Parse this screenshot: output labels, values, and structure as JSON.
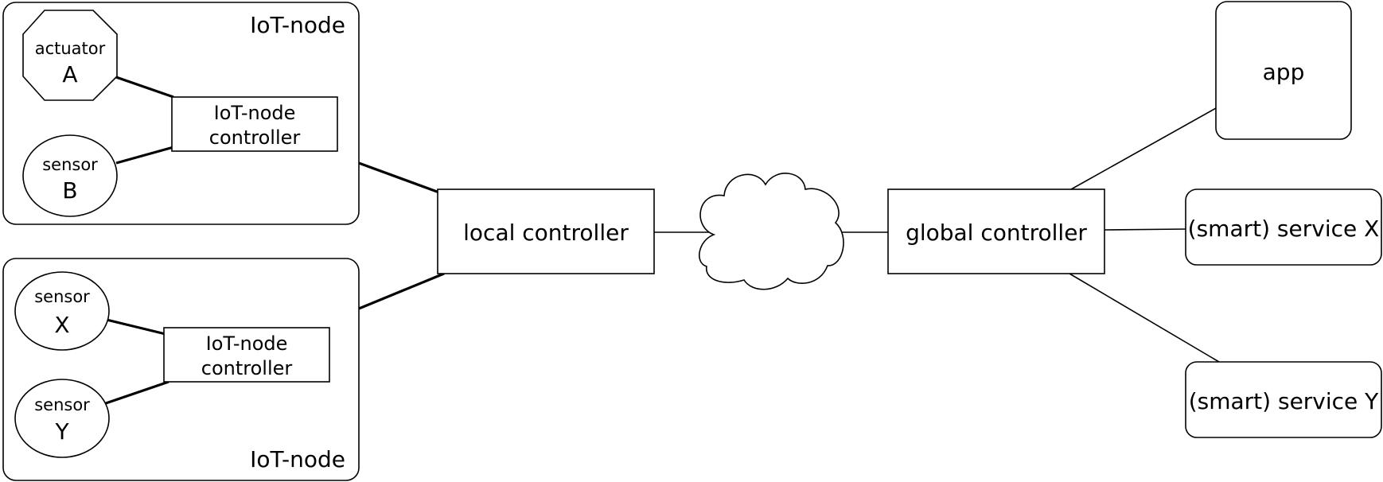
{
  "iot_node_top": {
    "title": "IoT-node",
    "actuator": {
      "line1": "actuator",
      "line2": "A"
    },
    "sensor": {
      "line1": "sensor",
      "line2": "B"
    },
    "controller": {
      "line1": "IoT-node",
      "line2": "controller"
    }
  },
  "iot_node_bottom": {
    "title": "IoT-node",
    "sensor_x": {
      "line1": "sensor",
      "line2": "X"
    },
    "sensor_y": {
      "line1": "sensor",
      "line2": "Y"
    },
    "controller": {
      "line1": "IoT-node",
      "line2": "controller"
    }
  },
  "local_controller": "local controller",
  "global_controller": "global controller",
  "app": "app",
  "service_x": "(smart) service X",
  "service_y": "(smart) service Y"
}
